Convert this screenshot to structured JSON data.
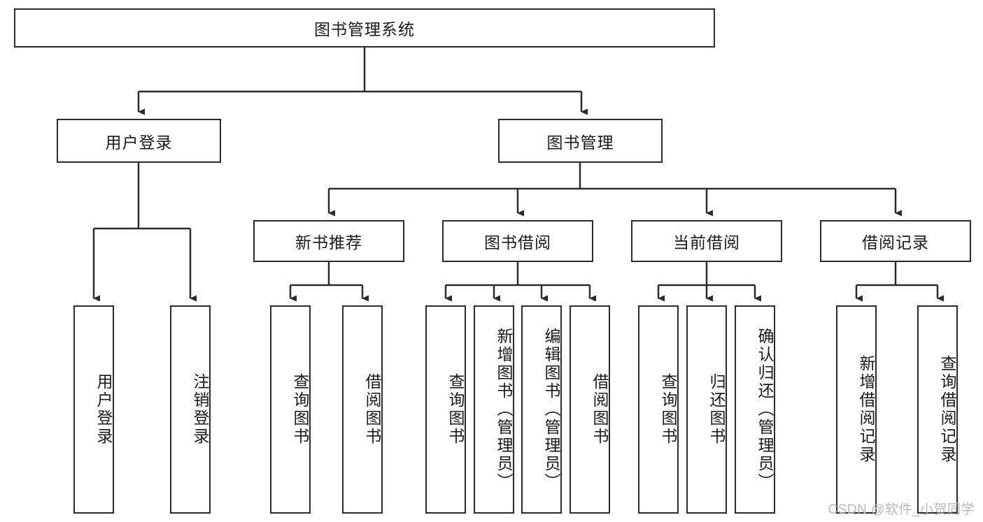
{
  "diagram": {
    "title": "图书管理系统",
    "type": "tree-hierarchy",
    "watermark": "CSDN @软件_小贺同学",
    "colors": {
      "box_border": "#2b2b2b",
      "box_fill": "#ffffff",
      "edge": "#2b2b2b",
      "text": "#1a1a1a",
      "watermark": "#b9b9b9"
    },
    "root": {
      "label": "图书管理系统"
    },
    "level2": [
      {
        "label": "用户登录"
      },
      {
        "label": "图书管理"
      }
    ],
    "level3": [
      {
        "label": "新书推荐"
      },
      {
        "label": "图书借阅"
      },
      {
        "label": "当前借阅"
      },
      {
        "label": "借阅记录"
      }
    ],
    "leaves": {
      "user_login": [
        {
          "label": "用户登录"
        },
        {
          "label": "注销登录"
        }
      ],
      "new_book_recommend": [
        {
          "label": "查询图书"
        },
        {
          "label": "借阅图书"
        }
      ],
      "book_borrow": [
        {
          "label": "查询图书"
        },
        {
          "label": "新增图书（管理员）"
        },
        {
          "label": "编辑图书（管理员）"
        },
        {
          "label": "借阅图书"
        }
      ],
      "current_borrow": [
        {
          "label": "查询图书"
        },
        {
          "label": "归还图书"
        },
        {
          "label": "确认归还（管理员）"
        }
      ],
      "borrow_record": [
        {
          "label": "新增借阅记录"
        },
        {
          "label": "查询借阅记录"
        }
      ]
    }
  }
}
